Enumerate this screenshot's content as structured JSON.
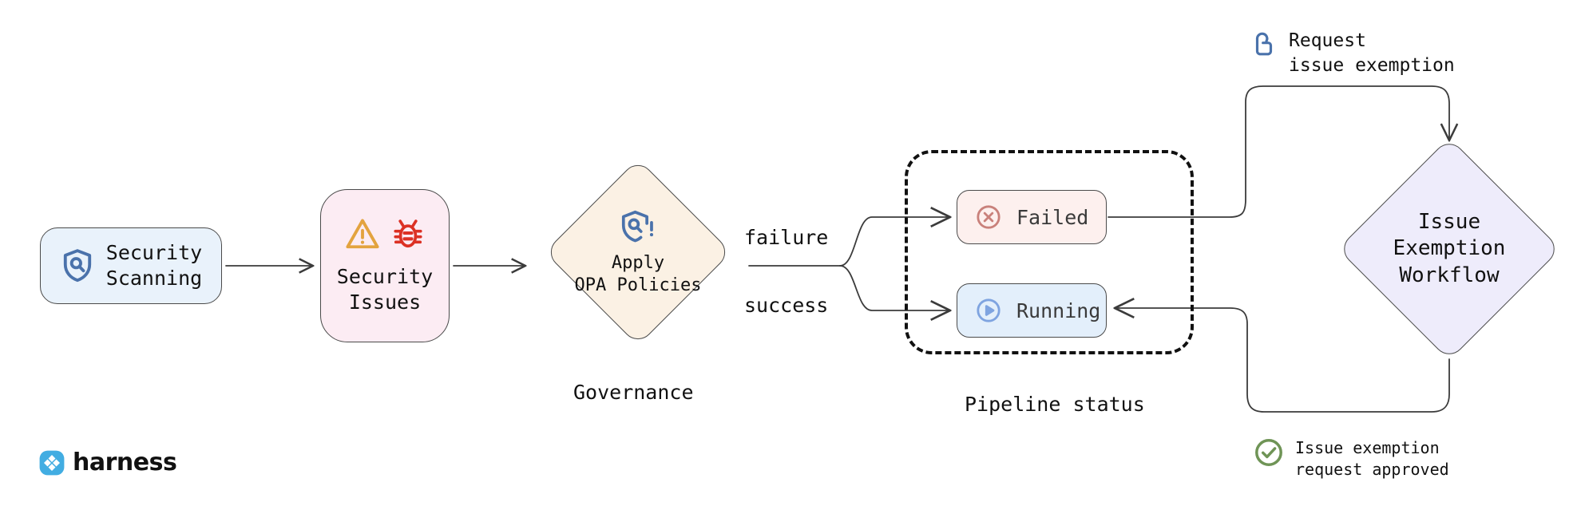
{
  "diagram": {
    "title": "Security scanning governance and issue exemption workflow",
    "background": "#ffffff"
  },
  "nodes": {
    "security_scanning": {
      "label": "Security\nScanning",
      "icon": "shield-search-icon",
      "fill": "#e9f2fb",
      "stroke": "#4a4a4a"
    },
    "security_issues": {
      "label": "Security\nIssues",
      "icons": [
        "warning-triangle-icon",
        "bug-icon"
      ],
      "fill": "#fcecf3",
      "stroke": "#4a4a4a",
      "warning_color": "#e3a33f",
      "bug_color": "#dc3124"
    },
    "governance": {
      "label": "Apply\nOPA Policies",
      "caption": "Governance",
      "icon": "shield-search-alert-icon",
      "fill": "#fbf1e4",
      "stroke": "#4a4a4a"
    },
    "pipeline_cluster": {
      "caption": "Pipeline status",
      "stroke": "#111111",
      "style": "dashed"
    },
    "failed": {
      "label": "Failed",
      "icon": "circle-x-icon",
      "fill": "#fdf0ee",
      "icon_color": "#c9817b",
      "stroke": "#4a4a4a"
    },
    "running": {
      "label": "Running",
      "icon": "circle-play-icon",
      "fill": "#e3effb",
      "icon_color": "#7fa4e0",
      "stroke": "#4a4a4a"
    },
    "issue_exemption_workflow": {
      "label": "Issue\nExemption\nWorkflow",
      "fill": "#eeecfb",
      "stroke": "#4a4a4a"
    }
  },
  "edges": {
    "failure_label": "failure",
    "success_label": "success"
  },
  "annotations": {
    "request": {
      "line1": "Request",
      "line2": "issue exemption",
      "icon": "tap-hand-icon",
      "icon_color": "#4a72ab"
    },
    "approved": {
      "line1": "Issue exemption",
      "line2": "request approved",
      "icon": "circle-check-icon",
      "icon_color": "#6f9456"
    }
  },
  "branding": {
    "wordmark": "harness",
    "logo_icon": "harness-logo-icon",
    "logo_color": "#42ade2"
  }
}
